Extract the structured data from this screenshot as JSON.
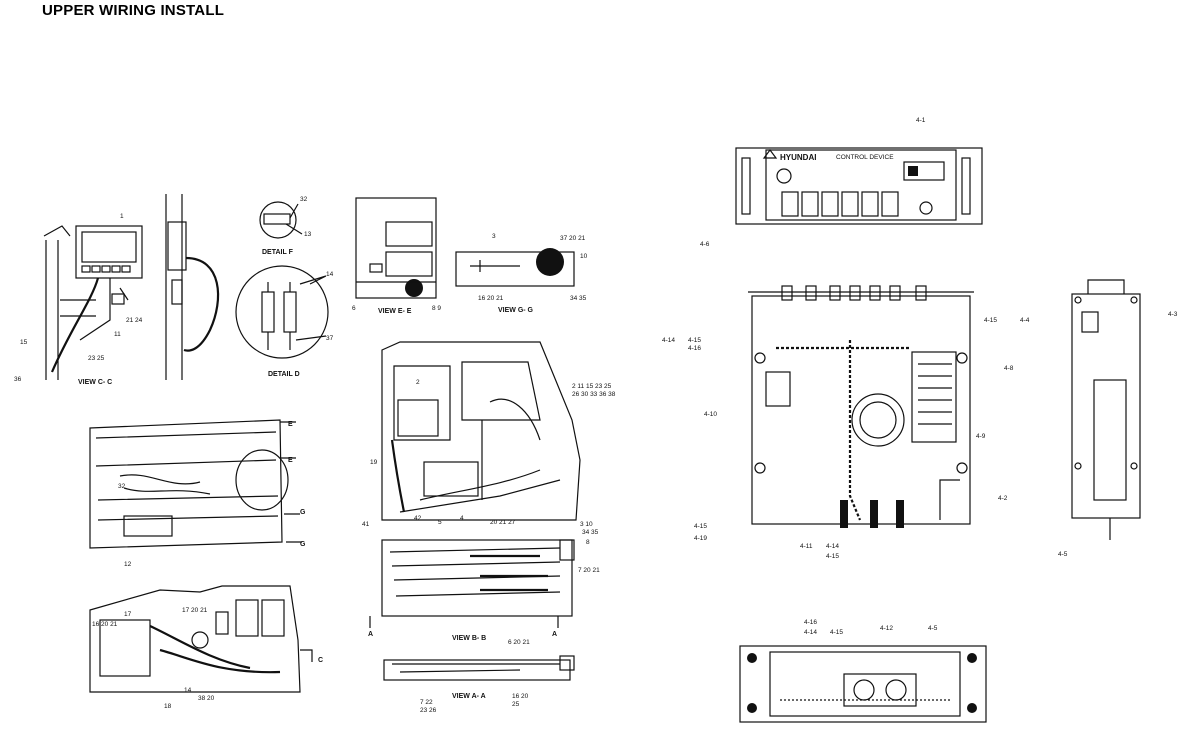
{
  "title": "UPPER WIRING INSTALL",
  "views": {
    "c": "VIEW C- C",
    "f": "DETAIL  F",
    "d": "DETAIL  D",
    "e": "VIEW E- E",
    "g": "VIEW G- G",
    "b": "VIEW B- B",
    "a": "VIEW A- A"
  },
  "panel": {
    "brand": "HYUNDAI",
    "subtitle": "CONTROL DEVICE"
  },
  "section_marks": [
    "E",
    "E",
    "G",
    "G",
    "A",
    "A",
    "C"
  ],
  "callouts": [
    "1",
    "21 24",
    "11",
    "23 25",
    "15",
    "36",
    "32",
    "13",
    "14",
    "37",
    "6",
    "8 9",
    "3",
    "10",
    "37 20 21",
    "16 20 21",
    "34 35",
    "2",
    "2 11 15 23 25",
    "26 30 33 36 38",
    "19",
    "41",
    "42",
    "5",
    "4",
    "20 21 27",
    "3 10",
    "34 35",
    "8",
    "7 20 21",
    "6 20 21",
    "7 22",
    "23 26",
    "16 20",
    "25",
    "12",
    "16 20 21",
    "18",
    "17",
    "17 20 21",
    "14",
    "38 20",
    "4-1",
    "4-6",
    "4-14",
    "4-15",
    "4-16",
    "4-15",
    "4-10",
    "4-8",
    "4-9",
    "4-2",
    "4-15",
    "4-19",
    "4-11",
    "4-14",
    "4-15",
    "4-4",
    "4-3",
    "4-5",
    "4-16",
    "4-14",
    "4-15",
    "4-12",
    "4-5"
  ]
}
